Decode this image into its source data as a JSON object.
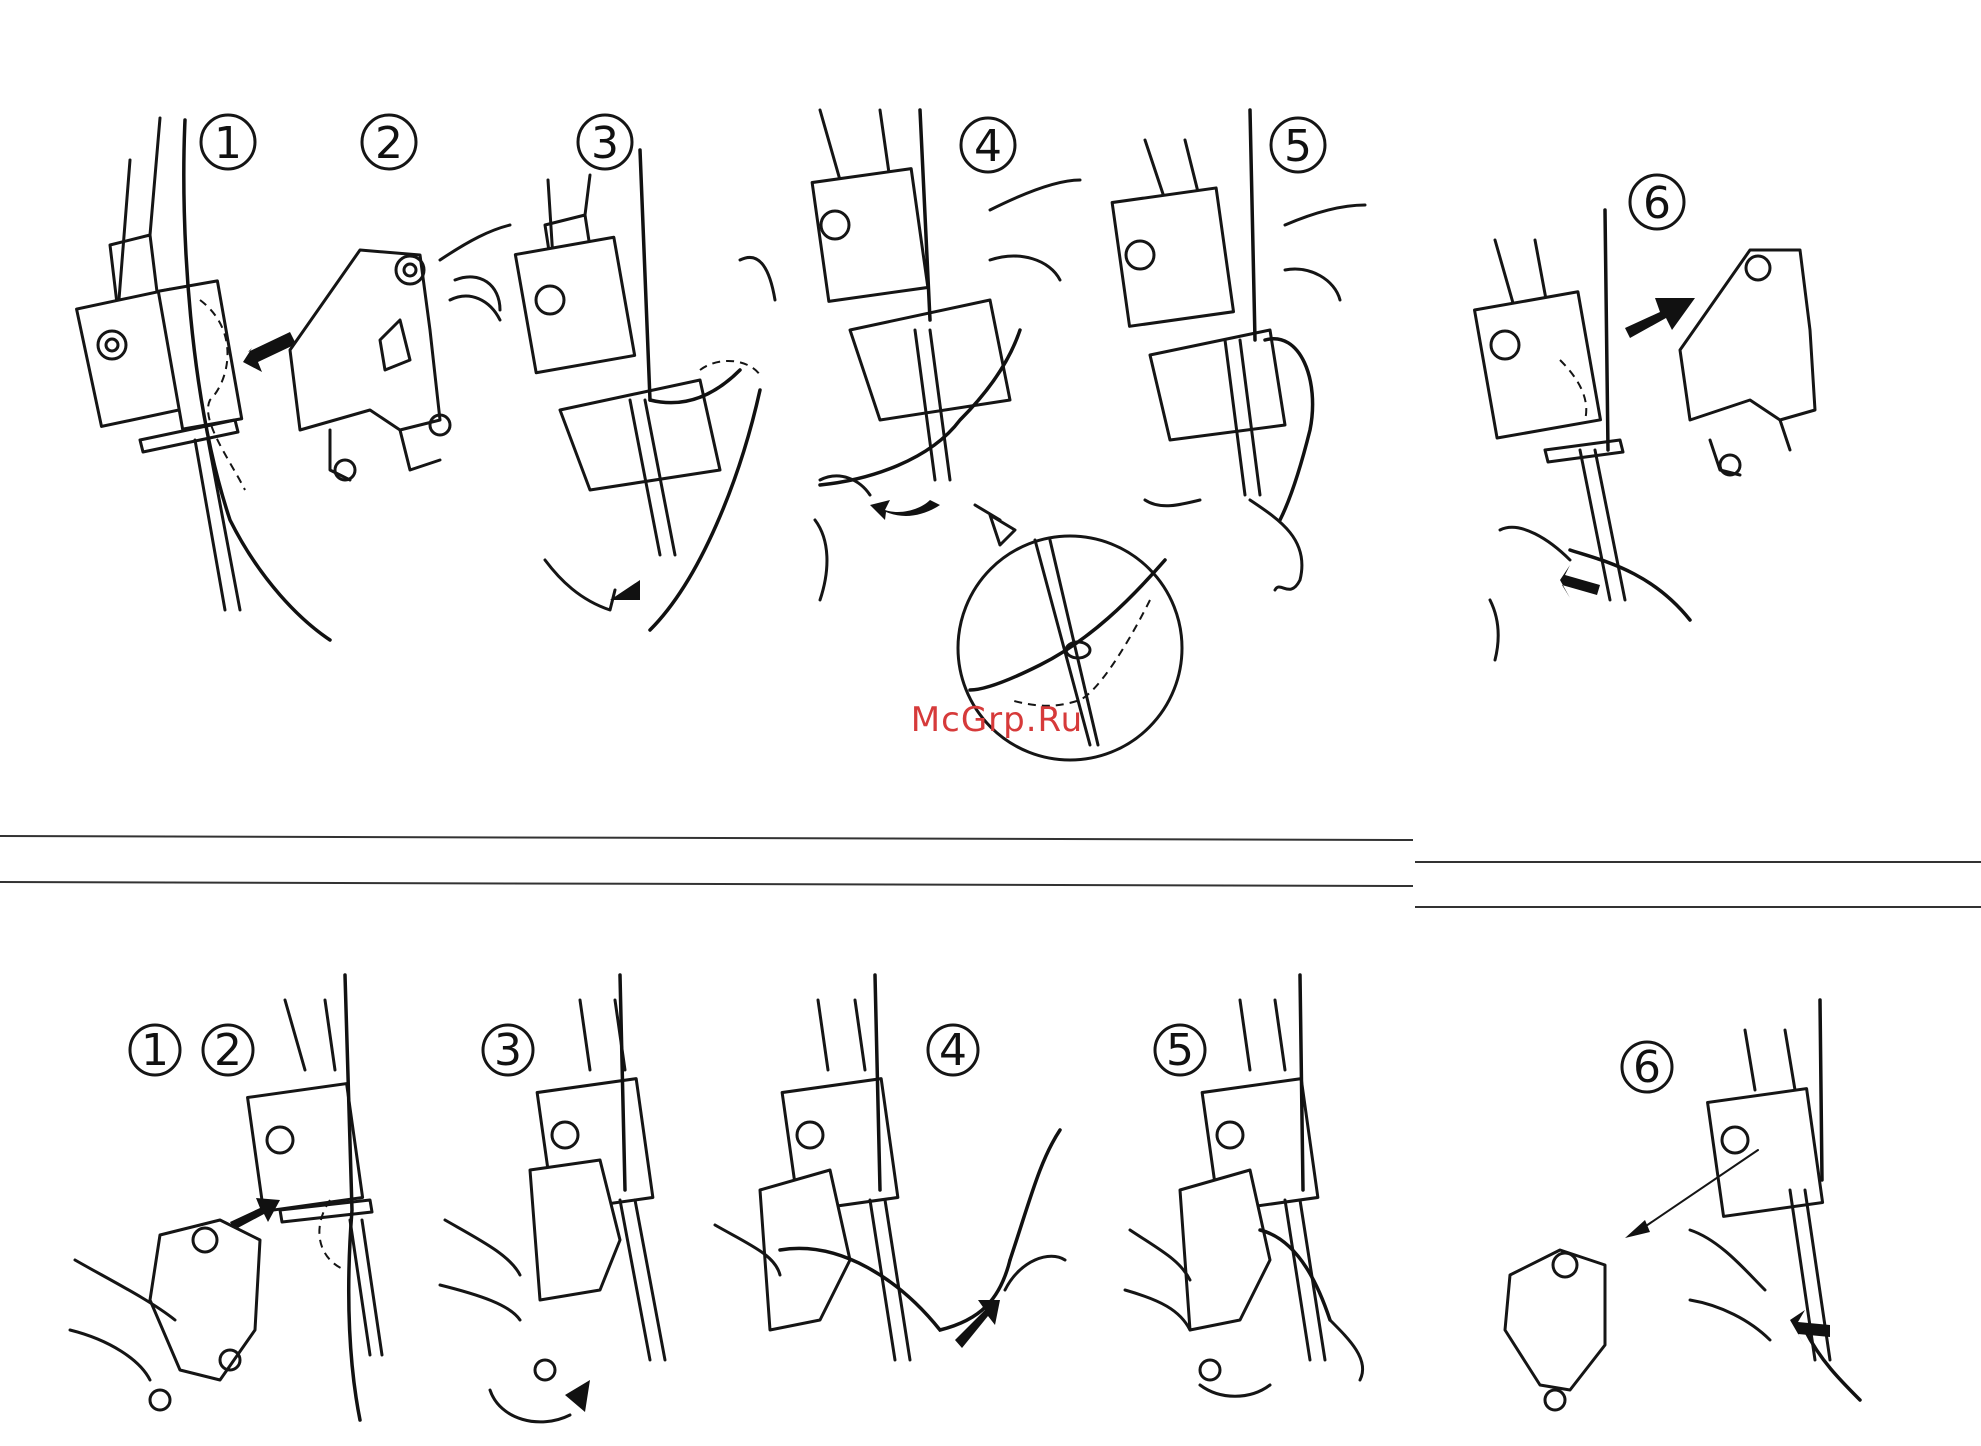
{
  "watermark": "McGrp.Ru",
  "top_row": {
    "steps": [
      "1",
      "2",
      "3",
      "4",
      "5",
      "6"
    ]
  },
  "bottom_row": {
    "steps": [
      "1",
      "2",
      "3",
      "4",
      "5",
      "6"
    ]
  }
}
